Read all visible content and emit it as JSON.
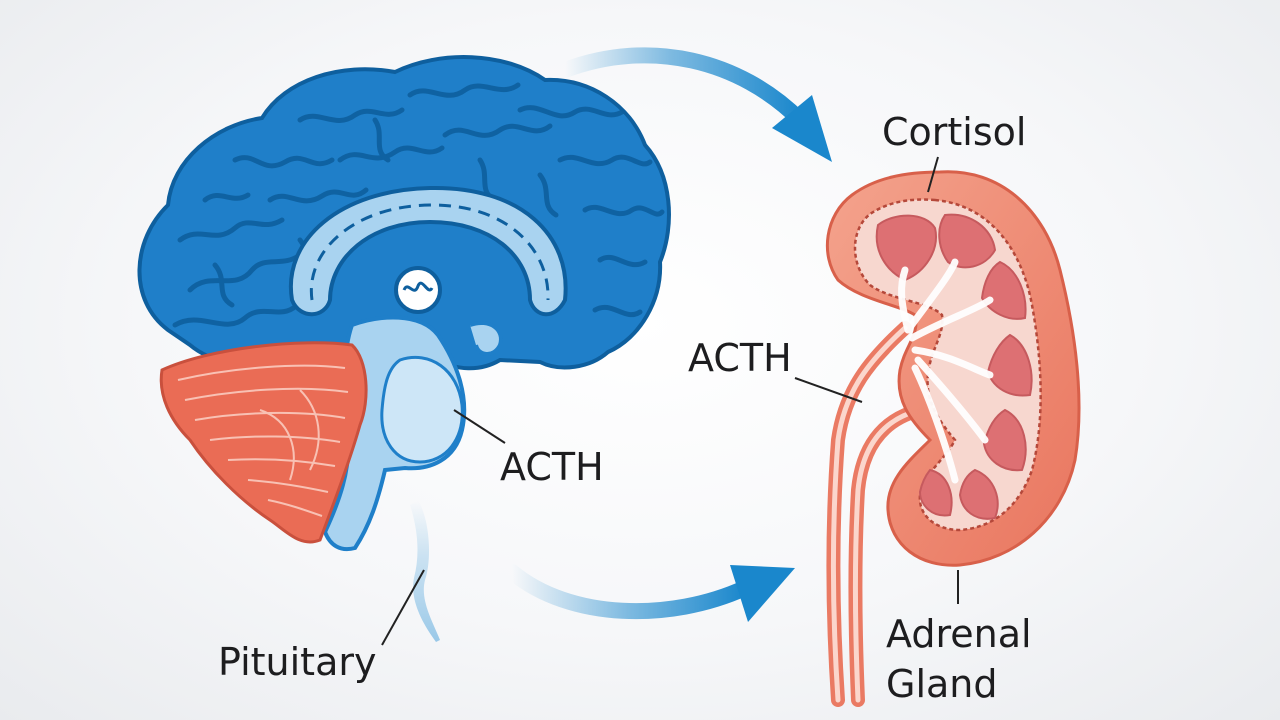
{
  "labels": {
    "cortisol": "Cortisol",
    "acth_kidney": "ACTH",
    "acth_brain": "ACTH",
    "pituitary": "Pituitary",
    "adrenal_line1": "Adrenal",
    "adrenal_line2": "Gland"
  },
  "colors": {
    "brain_blue": "#1f7fc9",
    "brain_dark_blue": "#0e5f9e",
    "brain_light_blue": "#a9d3f0",
    "cerebellum_red": "#ea6c55",
    "kidney_outer": "#f0907a",
    "kidney_inner": "#dd7073",
    "arrow_blue": "#1a87cc",
    "text": "#1d1d1f"
  }
}
